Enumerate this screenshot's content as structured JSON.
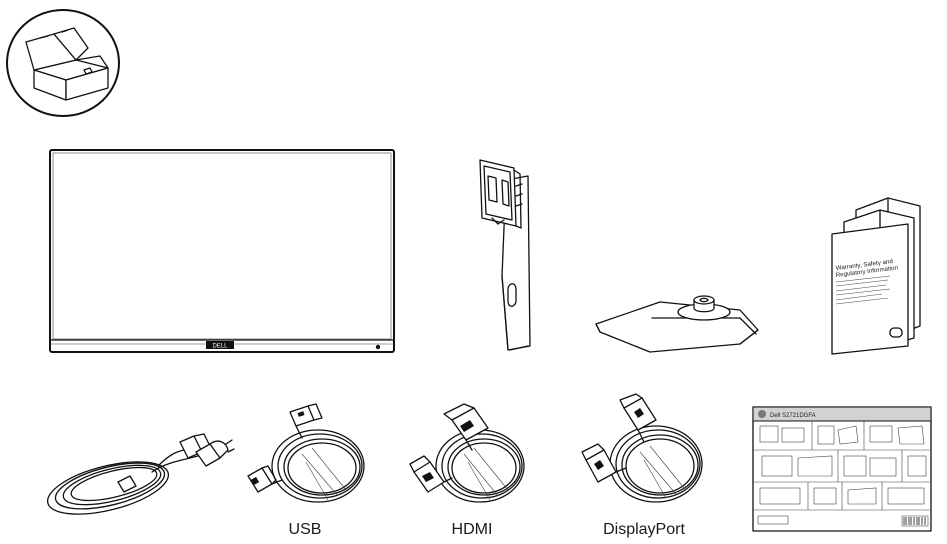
{
  "icons": {
    "box": "open-box-icon",
    "monitor": "monitor-icon",
    "stand_riser": "stand-riser-icon",
    "stand_base": "stand-base-icon",
    "safety_document": "document-booklet-icon",
    "power_cable": "power-cable-icon",
    "usb_cable": "usb-cable-icon",
    "hdmi_cable": "hdmi-cable-icon",
    "displayport_cable": "displayport-cable-icon",
    "setup_guide": "quick-setup-guide-icon"
  },
  "monitor": {
    "logo_text": "DELL"
  },
  "safety_document": {
    "title_line1": "Warranty, Safety and",
    "title_line2": "Regulatory Information"
  },
  "setup_guide": {
    "header_text": "Dell S2721DGFA"
  },
  "labels": {
    "usb": "USB",
    "hdmi": "HDMI",
    "displayport": "DisplayPort"
  }
}
